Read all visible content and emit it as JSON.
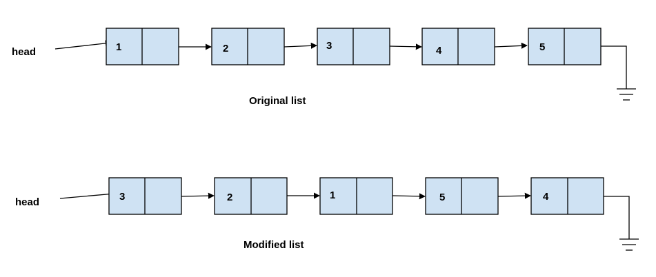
{
  "lists": [
    {
      "head_label": "head",
      "caption": "Original list",
      "nodes": [
        "1",
        "2",
        "3",
        "4",
        "5"
      ]
    },
    {
      "head_label": "head",
      "caption": "Modified list",
      "nodes": [
        "3",
        "2",
        "1",
        "5",
        "4"
      ]
    }
  ],
  "colors": {
    "node_fill": "#cfe2f3",
    "stroke": "#000000"
  }
}
